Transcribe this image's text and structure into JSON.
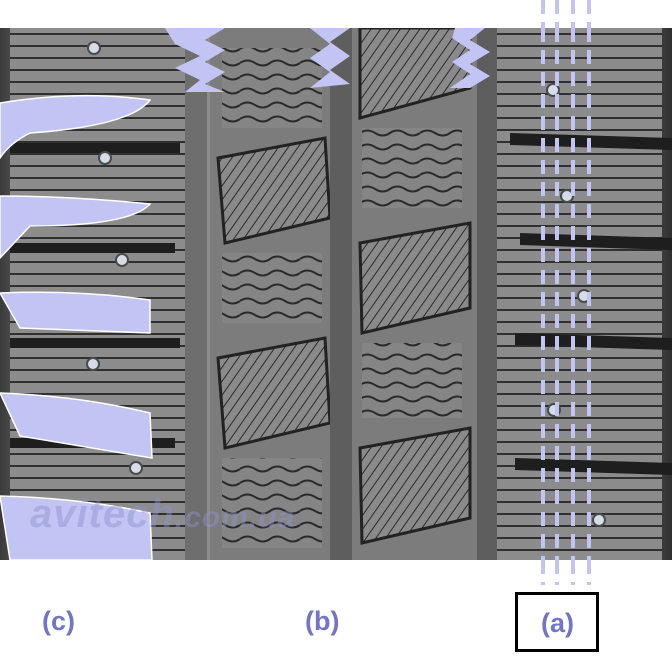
{
  "labels": {
    "c": "(c)",
    "b": "(b)",
    "a": "(a)"
  },
  "watermark": {
    "brand": "avitech",
    "domain": ".com.ua"
  },
  "colors": {
    "label": "#7274c8",
    "highlight": "#c2c4f4",
    "rubber": "#7a7a7a",
    "groove": "#1e1e1e",
    "box": "#000000"
  }
}
